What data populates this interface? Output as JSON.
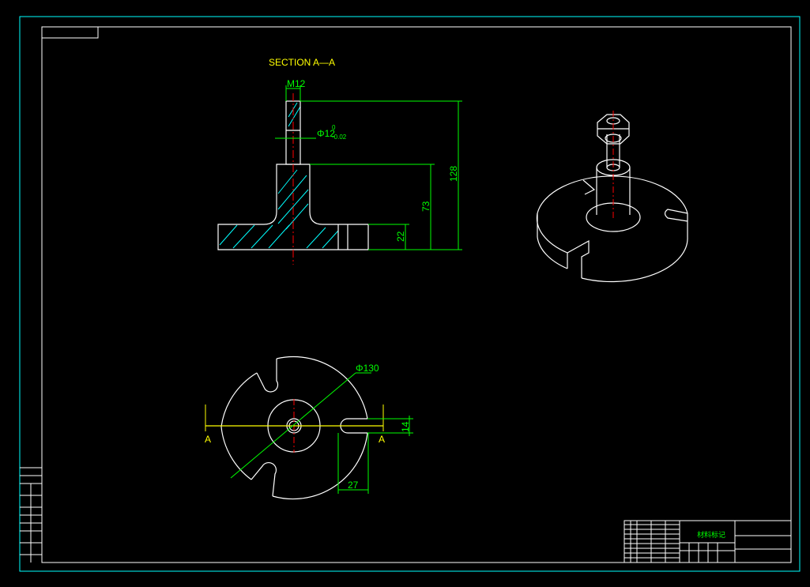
{
  "drawing": {
    "tag_label": "",
    "section_title": "SECTION A—A",
    "section_letter_left": "A",
    "section_letter_right": "A",
    "dims": {
      "thread": "M12",
      "shaft_dia": "Φ12",
      "tol_upper": "0",
      "tol_lower": "-0.02",
      "total_height": "128",
      "boss_height": "73",
      "base_height": "22",
      "outer_dia": "Φ130",
      "slot_width": "14",
      "slot_depth": "27"
    },
    "title_block": {
      "material_mark": "材料标记",
      "unit": "",
      "drawing_no": ""
    }
  },
  "colors": {
    "background": "#000000",
    "outline": "#ffffff",
    "dimension": "#00ff00",
    "center_line": "#ff0000",
    "hatch": "#00ffff",
    "border": "#00ffff",
    "section_line": "#ffff00"
  }
}
